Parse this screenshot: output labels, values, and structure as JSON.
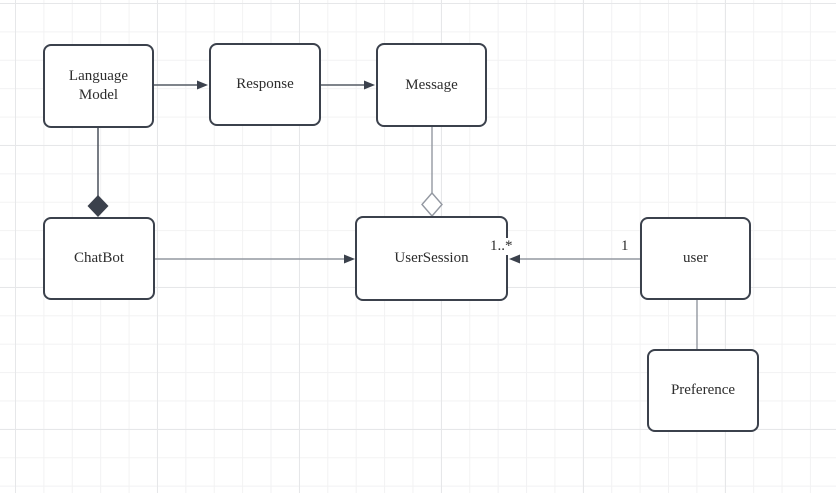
{
  "diagram": {
    "kind": "uml-class-association-diagram",
    "colors": {
      "background": "#ffffff",
      "grid_minor": "#f2f2f3",
      "grid_major": "#e6e7e9",
      "node_fill": "#ffffff",
      "node_border": "#3b414c",
      "edge_dark": "#555b65",
      "edge_light": "#9398a1",
      "text": "#2d2d2d"
    }
  },
  "nodes": [
    {
      "id": "language-model",
      "label": "Language Model"
    },
    {
      "id": "response",
      "label": "Response"
    },
    {
      "id": "message",
      "label": "Message"
    },
    {
      "id": "chatbot",
      "label": "ChatBot"
    },
    {
      "id": "user-session",
      "label": "UserSession"
    },
    {
      "id": "user",
      "label": "user"
    },
    {
      "id": "preference",
      "label": "Preference"
    }
  ],
  "edges": [
    {
      "from": "language-model",
      "to": "response",
      "type": "arrow"
    },
    {
      "from": "response",
      "to": "message",
      "type": "arrow"
    },
    {
      "from": "language-model",
      "to": "chatbot",
      "type": "composition-filled-diamond"
    },
    {
      "from": "message",
      "to": "user-session",
      "type": "aggregation-hollow-diamond"
    },
    {
      "from": "chatbot",
      "to": "user-session",
      "type": "arrow"
    },
    {
      "from": "user",
      "to": "user-session",
      "type": "arrow",
      "source_multiplicity": "1",
      "target_multiplicity": "1..*"
    },
    {
      "from": "user",
      "to": "preference",
      "type": "line"
    }
  ]
}
